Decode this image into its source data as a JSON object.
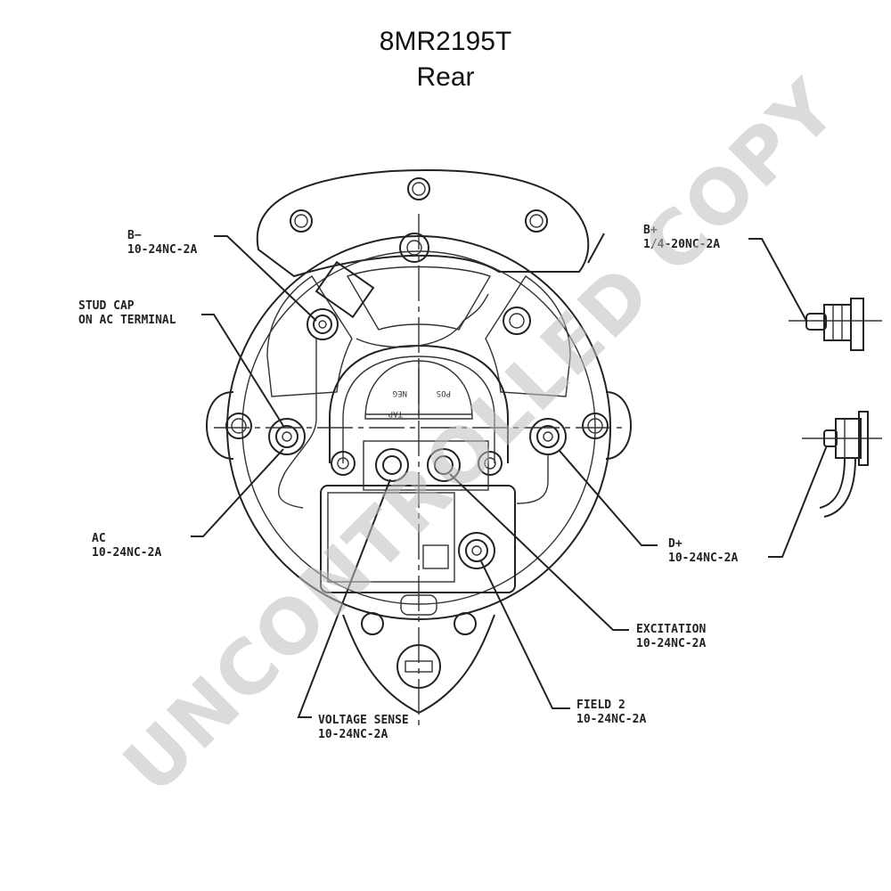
{
  "title": "8MR2195T",
  "subtitle": "Rear",
  "watermark": "UNCONTROLLED COPY",
  "labels": {
    "b_minus": {
      "name": "B−",
      "spec": "10-24NC-2A"
    },
    "stud_cap": {
      "line1": "STUD CAP",
      "line2": "ON AC TERMINAL"
    },
    "ac": {
      "name": "AC",
      "spec": "10-24NC-2A"
    },
    "b_plus": {
      "name": "B+",
      "spec": "1/4-20NC-2A"
    },
    "d_plus": {
      "name": "D+",
      "spec": "10-24NC-2A"
    },
    "excitation": {
      "name": "EXCITATION",
      "spec": "10-24NC-2A"
    },
    "field2": {
      "name": "FIELD 2",
      "spec": "10-24NC-2A"
    },
    "voltage_sense": {
      "name": "VOLTAGE SENSE",
      "spec": "10-24NC-2A"
    }
  },
  "panel_text": {
    "neg": "NEG",
    "pos": "POS",
    "tap": "TAP"
  },
  "colors": {
    "line": "#222222",
    "watermark": "#bdbdbd"
  }
}
